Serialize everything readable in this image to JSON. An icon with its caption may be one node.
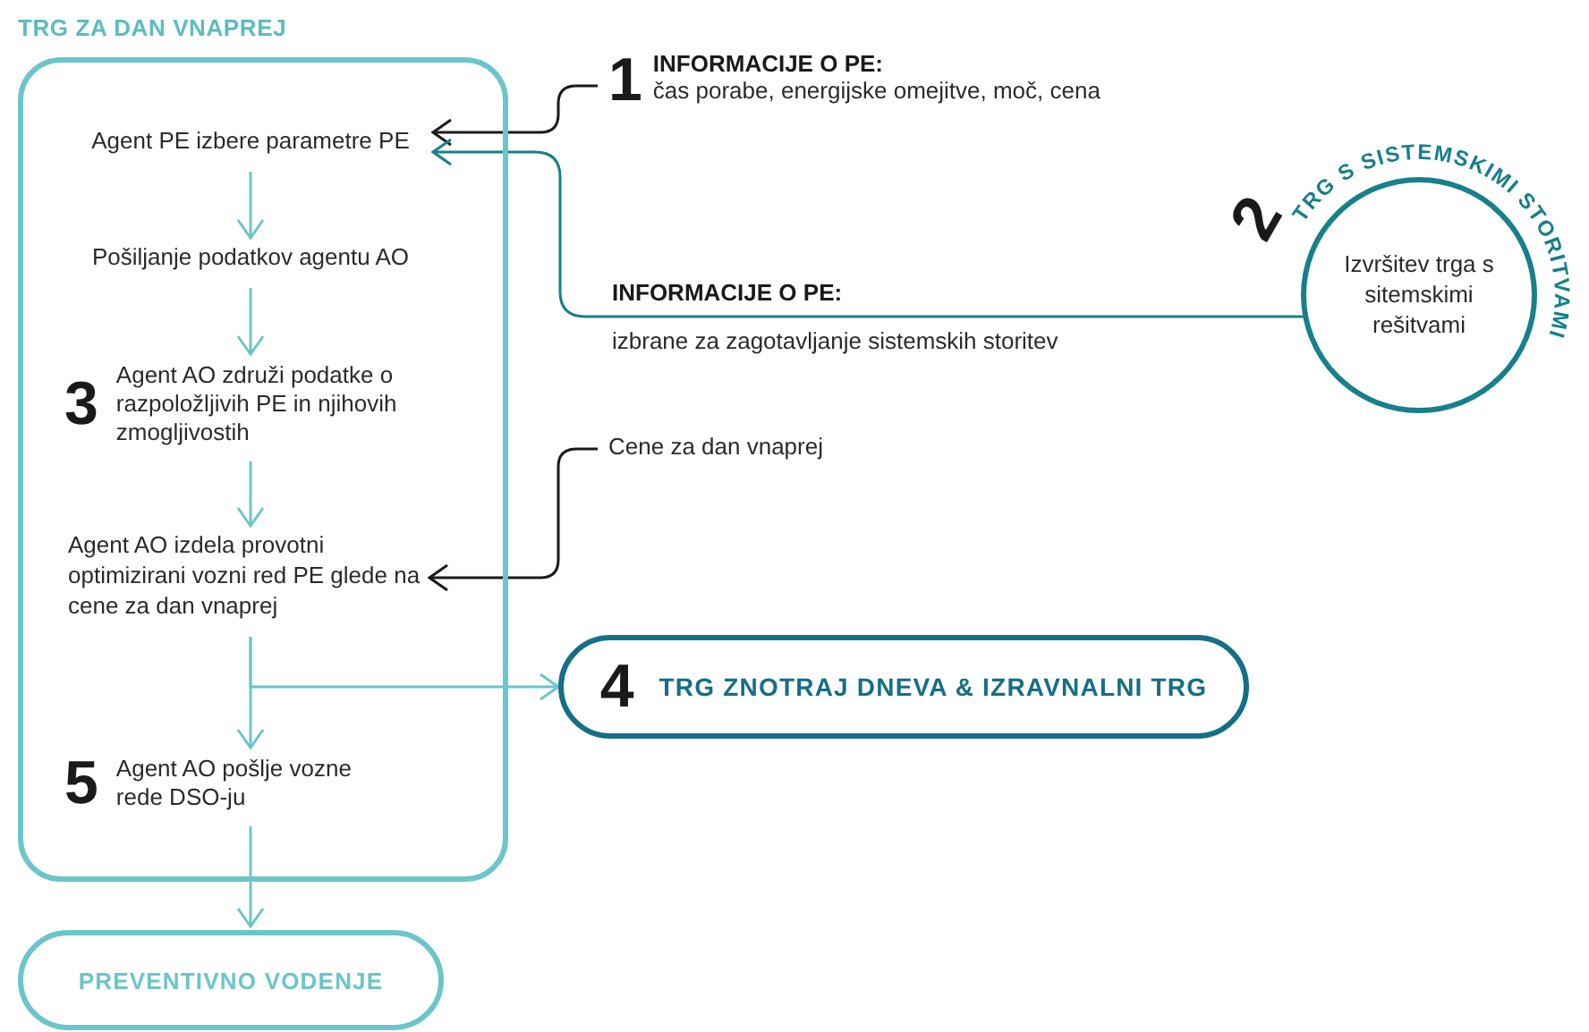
{
  "diagram": {
    "nodes": [
      {
        "text": [
          "TRG ZA DAN VNAPREJ"
        ]
      },
      {
        "text": [
          "Agent PE izbere parametre PE"
        ],
        "in": 0
      },
      {
        "text": [
          "Pošiljanje podatkov agentu AO"
        ],
        "in": 0
      },
      {
        "text": [
          "3",
          "Agent AO združi podatke o razpoložljivih PE in njihovih zmogljivostih"
        ],
        "in": 0
      },
      {
        "text": [
          "Agent AO izdela provotni optimizirani vozni red PE glede na cene za dan vnaprej"
        ],
        "in": 0
      },
      {
        "text": [
          "5",
          "Agent AO pošlje vozne rede DSO-ju"
        ],
        "in": 0
      },
      {
        "text": [
          "PREVENTIVNO VODENJE"
        ]
      },
      {
        "text": [
          "1",
          "INFORMACIJE O PE:",
          "čas porabe, energijske omejitve, moč, cena"
        ]
      },
      {
        "text": [
          "2",
          "TRG S SISTEMSKIMI STORITVAMI",
          "Izvršitev trga s sitemskimi rešitvami"
        ]
      },
      {
        "text": [
          "Cene za dan vnaprej"
        ]
      },
      {
        "text": [
          "4",
          "TRG ZNOTRAJ DNEVA & IZRAVNALNI TRG"
        ]
      }
    ],
    "edges": [
      {
        "from": 1,
        "to": 2,
        "arrow": "to"
      },
      {
        "from": 2,
        "to": 3,
        "arrow": "to"
      },
      {
        "from": 3,
        "to": 4,
        "arrow": "to"
      },
      {
        "from": 4,
        "to": 5,
        "arrow": "to"
      },
      {
        "from": 4,
        "to": 10,
        "arrow": "to"
      },
      {
        "from": 5,
        "to": 6,
        "arrow": "to"
      },
      {
        "from": 7,
        "to": 1,
        "arrow": "to",
        "color": "#1a1a1a"
      },
      {
        "from": 8,
        "to": 1,
        "arrow": "to",
        "color": "#17808a"
      },
      {
        "from": 9,
        "to": 4,
        "arrow": "to",
        "color": "#1a1a1a"
      }
    ],
    "labels": [
      "INFORMACIJE O PE:",
      "izbrane za zagotavljanje sistemskih storitev"
    ]
  }
}
